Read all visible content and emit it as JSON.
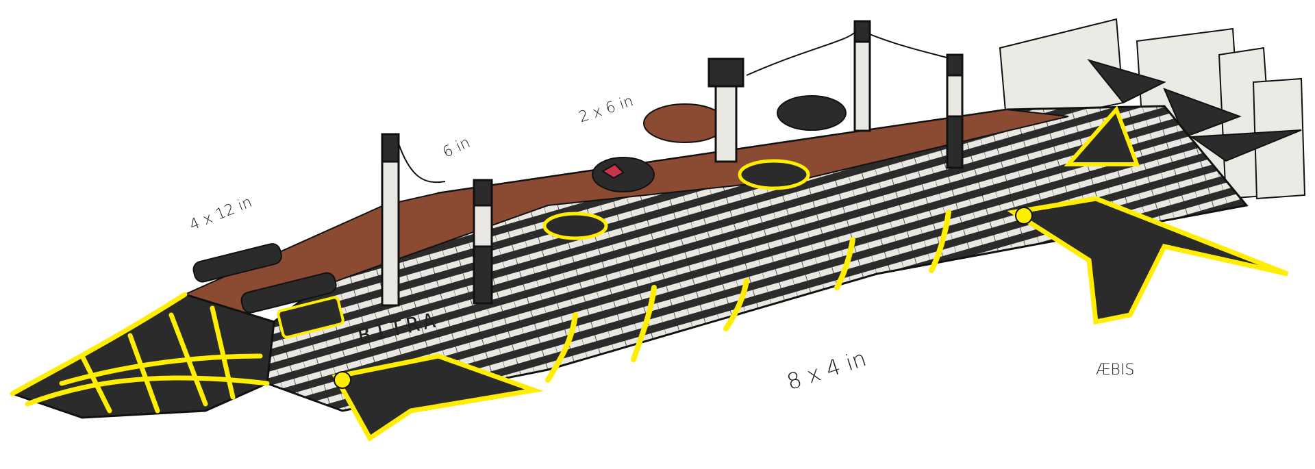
{
  "illustration": {
    "subject": "airship",
    "ship_name": "BITRA",
    "annotations": {
      "bow_guns": "4 x 12 in",
      "forward_turret": "6 in",
      "mid_turrets": "2 x 6 in",
      "broadside": "8 x 4 in",
      "stern_label": "ÆBIS"
    },
    "colors": {
      "hull_dark": "#2b2b2b",
      "hull_light": "#e9e8e2",
      "trim_yellow": "#ffee00",
      "deck_wood": "#8b4a32",
      "accent_red": "#c8344a"
    }
  }
}
